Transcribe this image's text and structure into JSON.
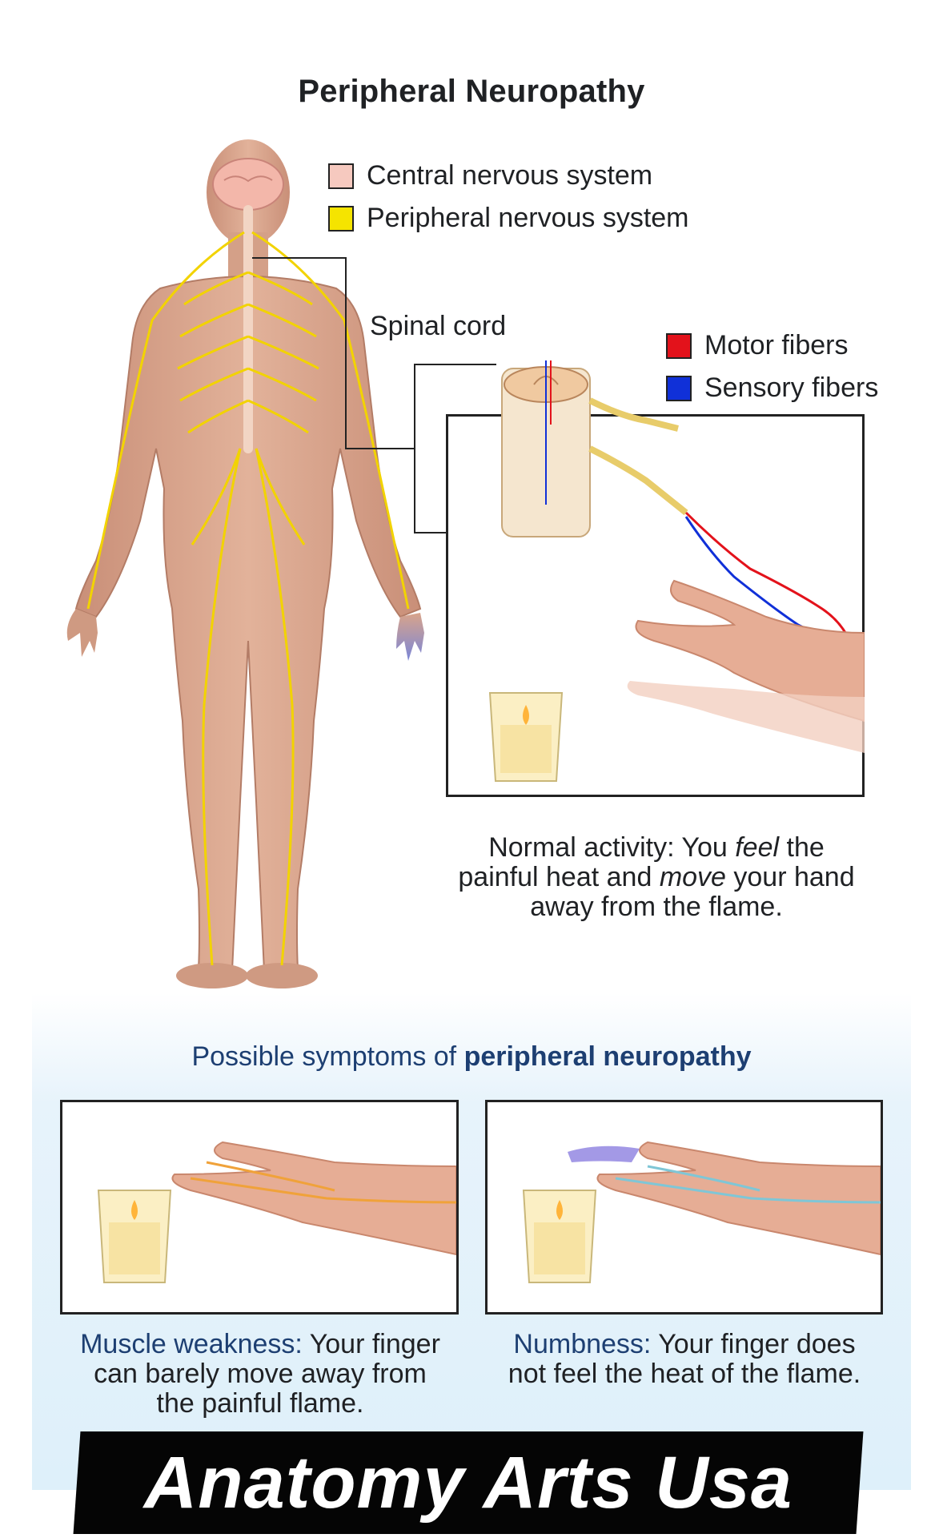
{
  "title": "Peripheral Neuropathy",
  "legend_systems": [
    {
      "label": "Central nervous system",
      "color": "#f6c9bf"
    },
    {
      "label": "Peripheral nervous system",
      "color": "#f5e400"
    }
  ],
  "legend_fibers": [
    {
      "label": "Motor fibers",
      "color": "#e3121b"
    },
    {
      "label": "Sensory fibers",
      "color": "#1030d8"
    }
  ],
  "spinal_cord_label": "Spinal cord",
  "normal_caption": {
    "line1_a": "Normal activity: You ",
    "line1_em": "feel",
    "line1_b": " the",
    "line2_a": "painful heat and ",
    "line2_em": "move",
    "line2_b": " your hand",
    "line3": "away from the flame."
  },
  "symptoms_heading": {
    "prefix": "Possible symptoms of ",
    "bold": "peripheral neuropathy"
  },
  "symptoms": [
    {
      "term": "Muscle weakness:",
      "line1_rest": " Your finger",
      "line2": "can barely move away from",
      "line3": "the painful flame."
    },
    {
      "term": "Numbness:",
      "line1_rest": " Your finger does",
      "line2": "not feel the heat of the flame.",
      "line3": ""
    }
  ],
  "watermark": "Anatomy Arts Usa",
  "colors": {
    "skin": "#d9a48a",
    "nerve": "#f2d300",
    "caption_blue": "#1d3f72",
    "banner_bg": "#050505"
  }
}
